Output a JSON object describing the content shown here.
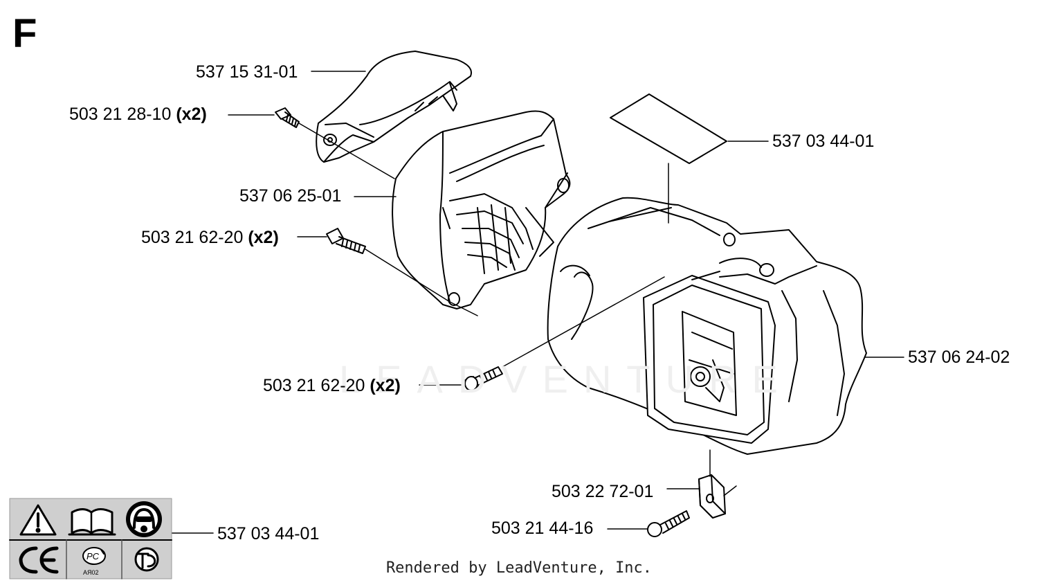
{
  "section_letter": "F",
  "watermark": "LEADVENTURE",
  "footer": "Rendered by LeadVenture, Inc.",
  "labels": [
    {
      "id": "top-cover",
      "part": "537 15 31-01",
      "qty": ""
    },
    {
      "id": "top-screw",
      "part": "503 21 28-10",
      "qty": "(x2)"
    },
    {
      "id": "decal",
      "part": "537 03 44-01",
      "qty": ""
    },
    {
      "id": "filter-cover",
      "part": "537 06 25-01",
      "qty": ""
    },
    {
      "id": "cover-screw",
      "part": "503 21 62-20",
      "qty": "(x2)"
    },
    {
      "id": "housing",
      "part": "537 06 24-02",
      "qty": ""
    },
    {
      "id": "housing-screw",
      "part": "503 21 62-20",
      "qty": "(x2)"
    },
    {
      "id": "clip",
      "part": "503 22 72-01",
      "qty": ""
    },
    {
      "id": "clip-screw",
      "part": "503 21 44-16",
      "qty": ""
    },
    {
      "id": "warning-label",
      "part": "537 03 44-01",
      "qty": ""
    }
  ],
  "warning_label": {
    "symbols": [
      "warning-triangle-icon",
      "manual-book-icon",
      "ear-eye-protection-icon",
      "ce-mark-icon",
      "pct-mark-icon",
      "gost-mark-icon"
    ],
    "pct_subtext": "АЯ02"
  }
}
